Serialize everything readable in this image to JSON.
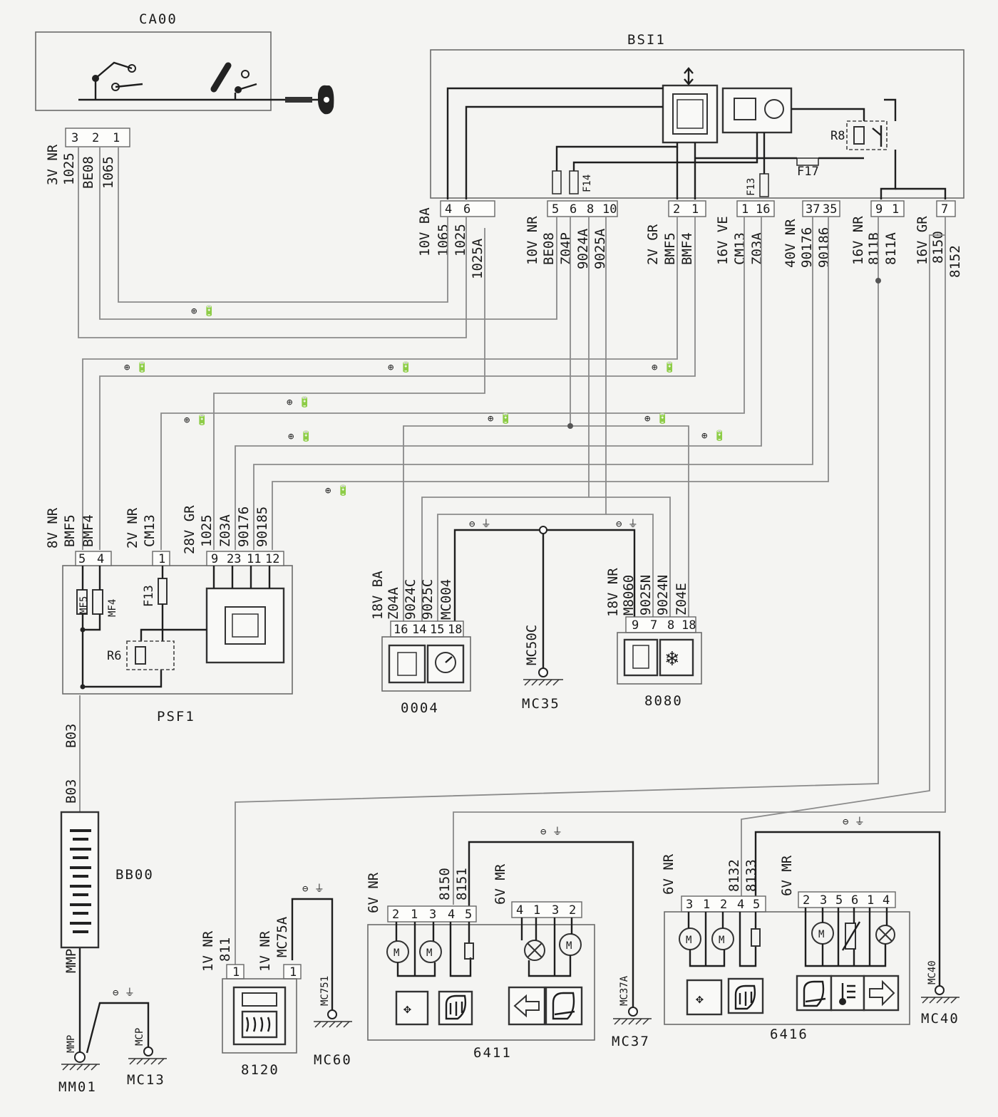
{
  "components": {
    "ca00": "CA00",
    "bsi1": "BSI1",
    "psf1": "PSF1",
    "bb00": "BB00",
    "c0004": "0004",
    "c8080": "8080",
    "c8120": "8120",
    "c6411": "6411",
    "c6416": "6416"
  },
  "grounds": {
    "mc35": "MC35",
    "mc13": "MC13",
    "mm01": "MM01",
    "mc60": "MC60",
    "mc37": "MC37",
    "mc40": "MC40",
    "mc50c": "MC50C",
    "mc751": "MC751",
    "mc37a": "MC37A",
    "mcp": "MCP",
    "mmp": "MMP"
  },
  "internal": {
    "r8": "R8",
    "r6": "R6",
    "f17": "F17",
    "f13": "F13",
    "f14": "F14",
    "f13_psf": "F13",
    "mf5": "MF5",
    "mf4": "MF4",
    "motor": "M"
  },
  "symbols": {
    "plus_battery": "⊕ 🔋",
    "minus_ground": "⊖ ⏚"
  },
  "connectors": {
    "ca00": {
      "spec": "3V NR",
      "pins": [
        "3",
        "2",
        "1"
      ],
      "wires": [
        "1025",
        "BE08",
        "1065"
      ]
    },
    "bsi1_a": {
      "spec": "10V BA",
      "pins": [
        "4",
        "6"
      ],
      "wires": [
        "1065",
        "1025",
        "1025A"
      ]
    },
    "bsi1_b": {
      "spec": "10V NR",
      "pins": [
        "5",
        "6",
        "8",
        "10"
      ],
      "wires": [
        "BE08",
        "Z04P",
        "9024A",
        "9025A"
      ]
    },
    "bsi1_c": {
      "spec": "2V GR",
      "pins": [
        "2",
        "1"
      ],
      "wires": [
        "BMF5",
        "BMF4"
      ]
    },
    "bsi1_d": {
      "spec": "16V VE",
      "pins": [
        "1",
        "16"
      ],
      "wires": [
        "CM13",
        "Z03A"
      ]
    },
    "bsi1_e": {
      "spec": "40V NR",
      "pins": [
        "37",
        "35"
      ],
      "wires": [
        "90176",
        "90186"
      ]
    },
    "bsi1_f": {
      "spec": "16V NR",
      "pins": [
        "9",
        "1"
      ],
      "wires": [
        "811B",
        "811A"
      ]
    },
    "bsi1_g": {
      "spec": "16V GR",
      "pins": [
        "7"
      ],
      "wires": [
        "8150",
        "8152"
      ]
    },
    "psf1_a": {
      "spec": "8V NR",
      "pins": [
        "5",
        "4"
      ],
      "wires": [
        "BMF5",
        "BMF4"
      ]
    },
    "psf1_b": {
      "spec": "2V NR",
      "pins": [
        "1"
      ],
      "wires": [
        "CM13"
      ]
    },
    "psf1_c": {
      "spec": "28V GR",
      "pins": [
        "9",
        "23",
        "11",
        "12"
      ],
      "wires": [
        "1025",
        "Z03A",
        "90176",
        "90185"
      ]
    },
    "c0004": {
      "spec": "18V BA",
      "pins": [
        "16",
        "14",
        "15",
        "18"
      ],
      "wires": [
        "Z04A",
        "9024C",
        "9025C",
        "MC004"
      ]
    },
    "c8080": {
      "spec": "18V NR",
      "pins": [
        "9",
        "7",
        "8",
        "18"
      ],
      "wires": [
        "M8060",
        "9025N",
        "9024N",
        "Z04E"
      ]
    },
    "c8120_a": {
      "spec": "1V NR",
      "pins": [
        "1"
      ],
      "wires": [
        "811"
      ]
    },
    "c8120_b": {
      "spec": "1V NR",
      "pins": [
        "1"
      ],
      "wires": [
        "MC75A"
      ]
    },
    "c6411_a": {
      "spec": "6V NR",
      "pins": [
        "2",
        "1",
        "3",
        "4",
        "5"
      ],
      "wires": [
        "8150",
        "8151"
      ]
    },
    "c6411_b": {
      "spec": "6V MR",
      "pins": [
        "4",
        "1",
        "3",
        "2"
      ]
    },
    "c6416_a": {
      "spec": "6V NR",
      "pins": [
        "3",
        "1",
        "2",
        "4",
        "5"
      ],
      "wires": [
        "8132",
        "8133"
      ]
    },
    "c6416_b": {
      "spec": "6V MR",
      "pins": [
        "2",
        "3",
        "5",
        "6",
        "1",
        "4"
      ]
    },
    "bb00": {
      "wires": [
        "B03",
        "B03",
        "MMP"
      ]
    }
  },
  "bus_wires": {
    "psf_top": "1025",
    "mc50c_label": "MC50C"
  }
}
